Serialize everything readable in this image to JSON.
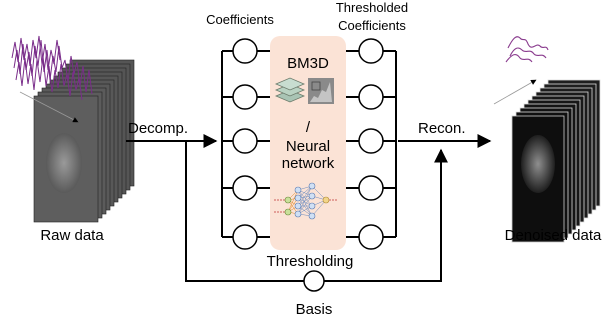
{
  "labels": {
    "coefficients": "Coefficients",
    "thresholded_line1": "Thresholded",
    "thresholded_line2": "Coefficients",
    "bm3d": "BM3D",
    "slash": "/",
    "neural_line1": "Neural",
    "neural_line2": "network",
    "decomp": "Decomp.",
    "recon": "Recon.",
    "raw_data": "Raw data",
    "denoised_data": "Denoised data",
    "thresholding": "Thresholding",
    "basis": "Basis"
  },
  "colors": {
    "panel_fill": "#fbe3d6",
    "raw_signal": "#7a2d8a",
    "denoised_signal": "#8a3c8e",
    "nn_node": "#cfe0f5",
    "nn_input": "#c9e09a",
    "nn_output": "#f2d58a"
  },
  "icons": [
    "bm3d-stack-icon",
    "bm3d-patch-icon",
    "neural-network-icon"
  ]
}
